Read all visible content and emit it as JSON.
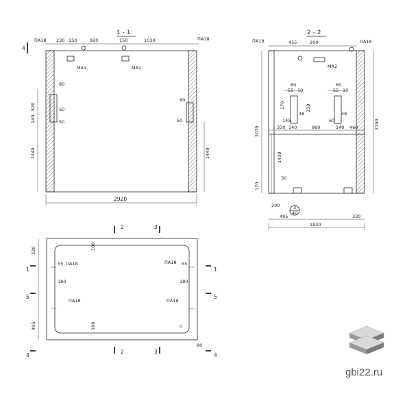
{
  "section_1": {
    "title": "1 - 1",
    "top_dims": [
      "230",
      "150",
      "920",
      "150",
      "1030"
    ],
    "left_dims": [
      "520",
      "140",
      "1440"
    ],
    "right_dims": [
      "1440"
    ],
    "inner_dims": [
      "80",
      "50",
      "50",
      "80",
      "50"
    ],
    "bottom_dim": "2920",
    "marks": [
      "ПА18",
      "ПА18",
      "МА1",
      "МА1"
    ],
    "cut_letter": "4"
  },
  "section_2": {
    "title": "2 - 2",
    "top_dims": [
      "455",
      "200"
    ],
    "marks": [
      "ПА18",
      "ПА18",
      "МА2"
    ],
    "left_dims": [
      "2070",
      "1430",
      "170"
    ],
    "right_dim": "2790",
    "mid_dims": [
      "330",
      "140",
      "860",
      "140",
      "460"
    ],
    "detail_dims": [
      "60",
      "55",
      "10",
      "60",
      "55",
      "10",
      "170",
      "250",
      "48",
      "145",
      "48",
      "60"
    ],
    "bottom_dims": [
      "200",
      "30",
      "495",
      "330",
      "1930"
    ],
    "callout": [
      "3",
      "40"
    ]
  },
  "plan": {
    "cut_labels": [
      "2",
      "3",
      "1",
      "1",
      "5",
      "5",
      "4",
      "4",
      "2",
      "3"
    ],
    "left_dims": [
      "330",
      "495"
    ],
    "inner_dims": [
      "55",
      "180",
      "55",
      "180",
      "100",
      "100"
    ],
    "marks": [
      "ПА18",
      "ПА18",
      "ПА18",
      "ПА18"
    ],
    "corner_dim": "80"
  },
  "brand": {
    "site": "gbi22.ru",
    "logo_icon": "stacked-slabs-icon"
  }
}
